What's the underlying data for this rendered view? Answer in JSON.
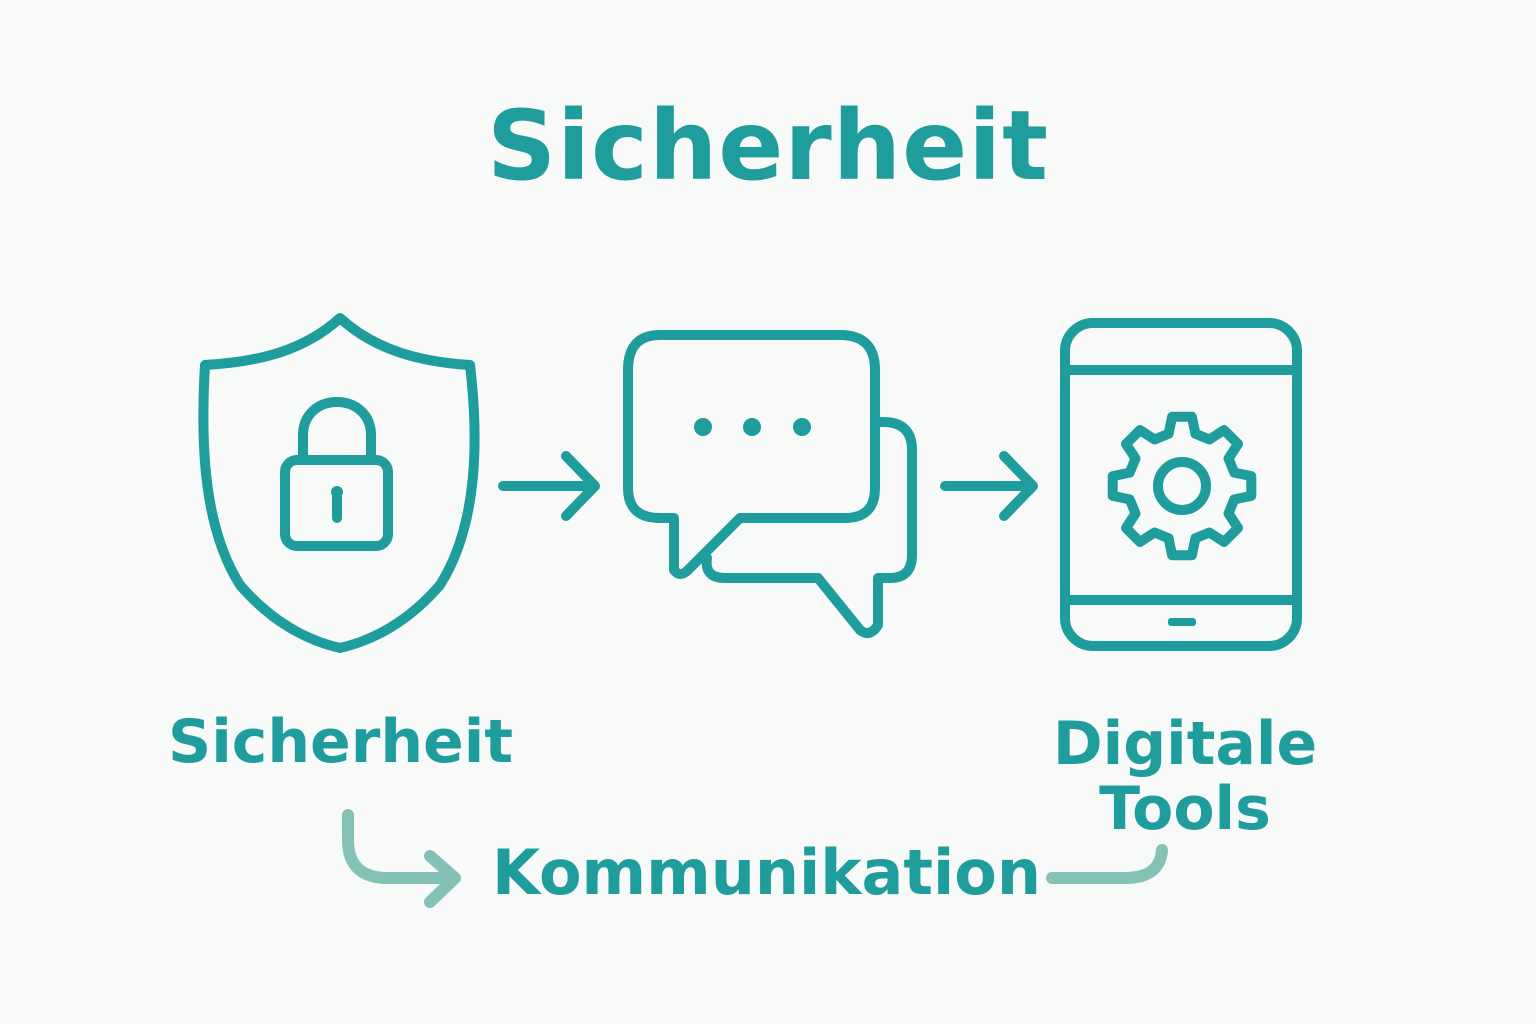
{
  "title": "Sicherheit",
  "steps": [
    {
      "label": "Sicherheit",
      "icon": "shield-lock-icon"
    },
    {
      "label": "Kommunikation",
      "icon": "chat-bubbles-icon"
    },
    {
      "label": "Digitale Tools",
      "icon": "tablet-gear-icon"
    }
  ],
  "colors": {
    "accent": "#1f9d9c",
    "accent_muted": "#7dbfb1",
    "background": "#f8f9f9"
  }
}
